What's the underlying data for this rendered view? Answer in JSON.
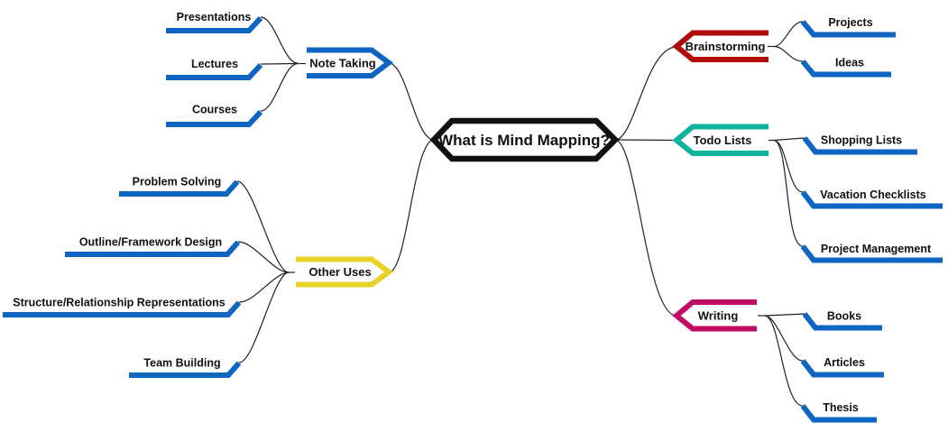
{
  "diagram": {
    "title": "What is Mind Mapping?",
    "background": "#ffffff",
    "connector_color": "#222222",
    "leaf_line_color": "#0F66C2",
    "center": {
      "label": "What is Mind Mapping?",
      "color": "#111111"
    },
    "branches": [
      {
        "label": "Note Taking",
        "color": "#0F66C2",
        "side": "left",
        "children": [
          {
            "label": "Presentations"
          },
          {
            "label": "Lectures"
          },
          {
            "label": "Courses"
          }
        ]
      },
      {
        "label": "Other Uses",
        "color": "#E8D22A",
        "side": "left",
        "children": [
          {
            "label": "Problem Solving"
          },
          {
            "label": "Outline/Framework Design"
          },
          {
            "label": "Structure/Relationship Representations"
          },
          {
            "label": "Team Building"
          }
        ]
      },
      {
        "label": "Brainstorming",
        "color": "#B00C0C",
        "side": "right",
        "children": [
          {
            "label": "Projects"
          },
          {
            "label": "Ideas"
          }
        ]
      },
      {
        "label": "Todo Lists",
        "color": "#0FB39D",
        "side": "right",
        "children": [
          {
            "label": "Shopping Lists"
          },
          {
            "label": "Vacation Checklists"
          },
          {
            "label": "Project Management"
          }
        ]
      },
      {
        "label": "Writing",
        "color": "#BF0D66",
        "side": "right",
        "children": [
          {
            "label": "Books"
          },
          {
            "label": "Articles"
          },
          {
            "label": "Thesis"
          }
        ]
      }
    ]
  }
}
